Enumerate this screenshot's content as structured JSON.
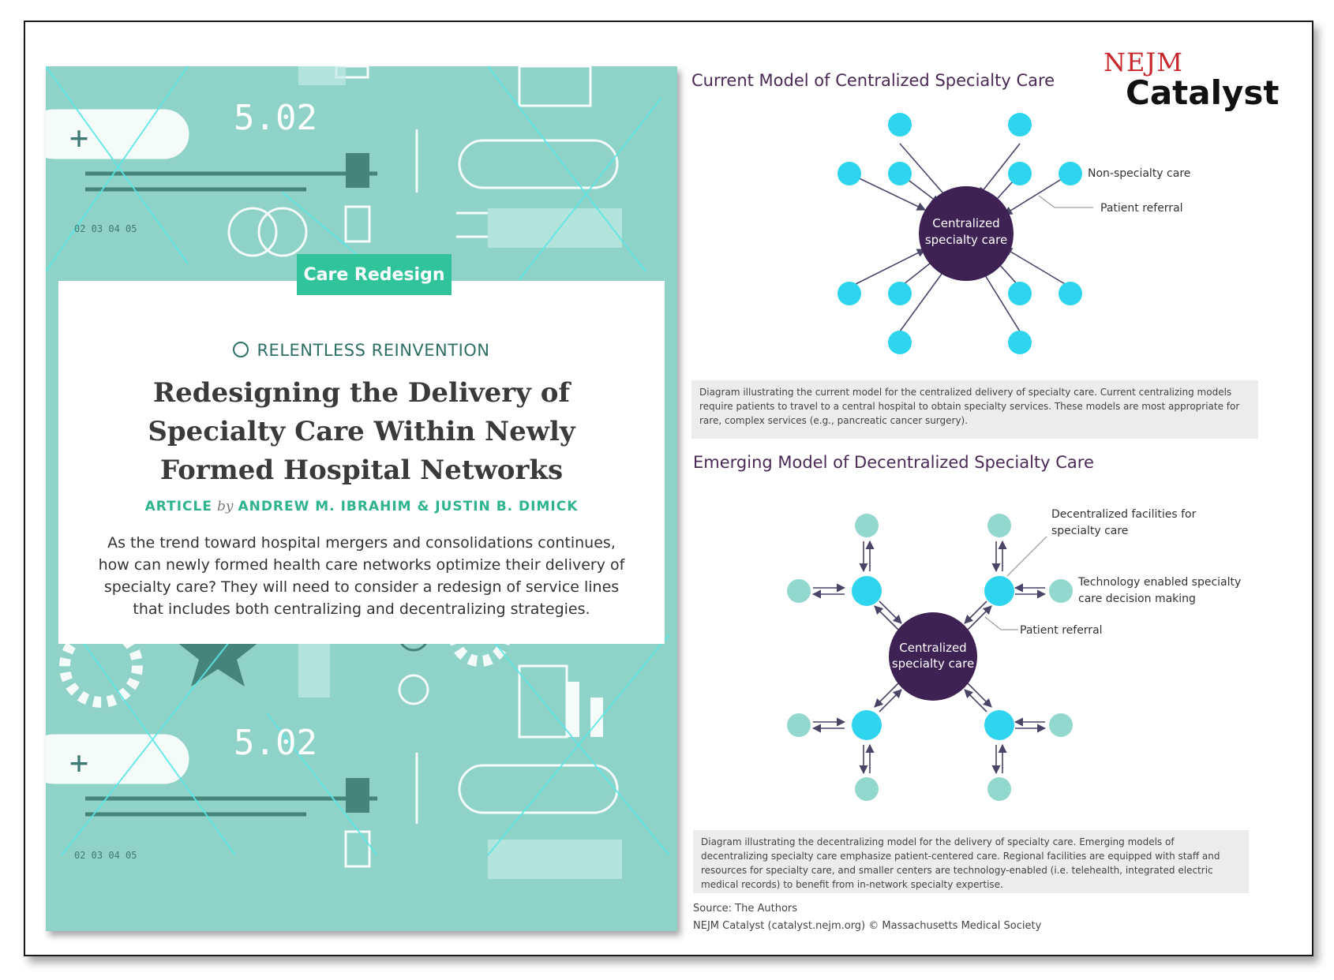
{
  "cover": {
    "tag": "Care Redesign",
    "kicker": "RELENTLESS REINVENTION",
    "title": "Redesigning the Delivery of Specialty Care Within Newly Formed Hospital Networks",
    "byline_type": "ARTICLE",
    "byline_by": "by",
    "authors": "ANDREW M. IBRAHIM & JUSTIN B. DIMICK",
    "summary": "As the trend toward hospital mergers and consolidations continues, how can newly formed health care networks optimize their delivery of specialty care? They will need to consider a redesign of service lines that includes both centralizing and decentralizing strategies.",
    "pattern_text": {
      "version": "5.02",
      "ticks": "02   03   04   05",
      "plus": "+"
    }
  },
  "logo": {
    "line1": "NEJM",
    "line2": "Catalyst"
  },
  "diagram1": {
    "title": "Current Model of Centralized Specialty Care",
    "center_line1": "Centralized",
    "center_line2": "specialty care",
    "label_nonspecialty": "Non-specialty care",
    "label_referral": "Patient referral",
    "caption": "Diagram illustrating the current model for the centralized delivery of specialty care. Current centralizing models require patients to travel to a central hospital to obtain specialty services. These models are most appropriate for rare, complex services (e.g., pancreatic cancer surgery)."
  },
  "diagram2": {
    "title": "Emerging Model of Decentralized Specialty Care",
    "center_line1": "Centralized",
    "center_line2": "specialty care",
    "label_facilities_1": "Decentralized facilities for",
    "label_facilities_2": "specialty care",
    "label_tech_1": "Technology enabled specialty",
    "label_tech_2": "care decision making",
    "label_referral": "Patient referral",
    "caption": "Diagram illustrating the decentralizing model for the delivery of specialty care. Emerging models of decentralizing specialty care emphasize patient-centered care. Regional facilities are equipped with staff and resources for specialty care, and smaller centers are technology-enabled (i.e. telehealth, integrated electric medical records) to benefit from in-network specialty expertise."
  },
  "source": "Source: The Authors",
  "copyright": "NEJM Catalyst (catalyst.nejm.org) © Massachusetts Medical Society",
  "colors": {
    "cover_bg": "#8fd2c7",
    "tag_green": "#31c49a",
    "center_purple": "#3f2254",
    "node_cyan": "#2fd4ef",
    "node_pale": "#93d8cf",
    "arrow": "#4a4466"
  }
}
